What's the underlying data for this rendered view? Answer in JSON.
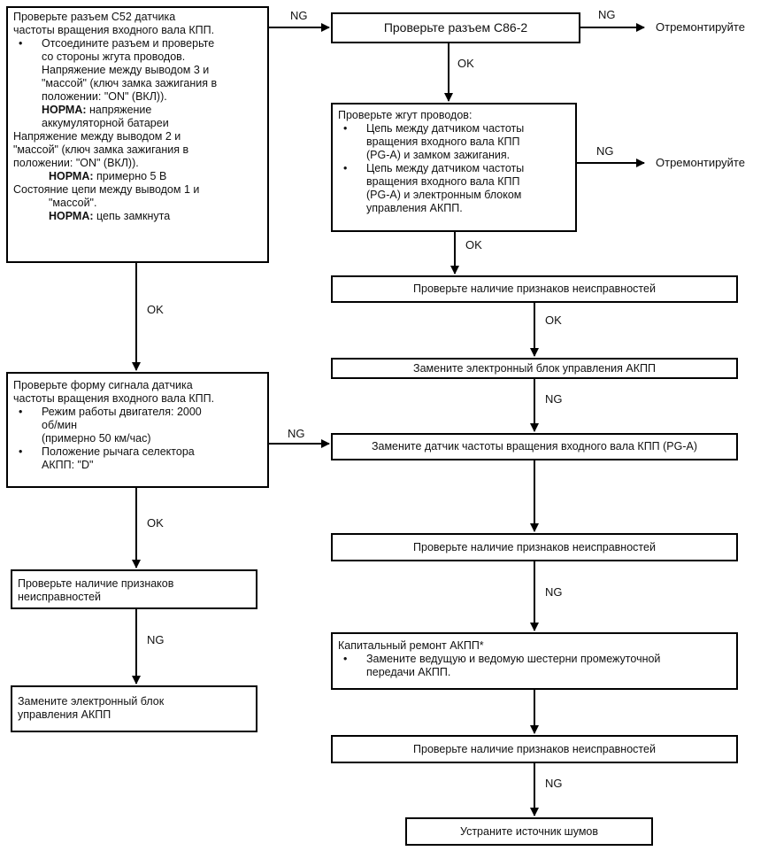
{
  "b1": {
    "lines": [
      "Проверьте разъем C52 датчика",
      "частоты вращения входного вала КПП."
    ],
    "bullet": "Отсоедините разъем и проверьте",
    "lines2": [
      "со стороны жгута проводов.",
      "Напряжение между выводом 3 и",
      "\"массой\" (ключ замка зажигания в",
      "положении: \"ON\" (ВКЛ))."
    ],
    "norm_label_1": "НОРМА:",
    "norm_1a": " напряжение",
    "norm_1b": "аккумуляторной батареи",
    "lines3": [
      "Напряжение между выводом 2 и",
      "\"массой\" (ключ замка зажигания в",
      "положении: \"ON\" (ВКЛ))."
    ],
    "norm_label_2": "НОРМА:",
    "norm_2": " примерно 5 В",
    "line4": "Состояние цепи между выводом 1 и",
    "line5": "\"массой\".",
    "norm_label_3": "НОРМА:",
    "norm_3": " цепь замкнута"
  },
  "b2": {
    "line1": "Проверьте форму сигнала датчика",
    "line2": "частоты вращения входного вала КПП.",
    "bullet1a": "Режим работы двигателя: 2000",
    "bullet1b": "об/мин",
    "bullet1c": "(примерно 50 км/час)",
    "bullet2a": "Положение рычага селектора",
    "bullet2b": "АКПП: \"D\""
  },
  "b3": {
    "line1": "Проверьте наличие признаков",
    "line2": "неисправностей"
  },
  "b4": {
    "line1": "Замените электронный блок",
    "line2": "управления АКПП"
  },
  "r1": {
    "text": "Проверьте разъем C86-2"
  },
  "r2": {
    "line1": "Проверьте жгут проводов:",
    "bullet1": [
      "Цепь между датчиком частоты",
      "вращения входного вала КПП",
      "(PG-A) и замком зажигания."
    ],
    "bullet2": [
      "Цепь между датчиком частоты",
      "вращения входного вала КПП",
      "(PG-A) и электронным блоком",
      "управления АКПП."
    ]
  },
  "r3": {
    "text": "Проверьте наличие признаков неисправностей"
  },
  "r4": {
    "text": "Замените электронный блок управления АКПП"
  },
  "r5": {
    "text": "Замените датчик частоты вращения входного вала КПП (PG-A)"
  },
  "r6": {
    "text": "Проверьте наличие признаков неисправностей"
  },
  "r7": {
    "line1": "Капитальный ремонт АКПП*",
    "bullet_a": "Замените ведущую и ведомую шестерни промежуточной",
    "bullet_b": "передачи АКПП."
  },
  "r8": {
    "text": "Проверьте наличие признаков неисправностей"
  },
  "r9": {
    "text": "Устраните источник шумов"
  },
  "side": {
    "repair_1": "Отремонтируйте",
    "repair_2": "Отремонтируйте"
  },
  "labels": {
    "ng_b1_r1": "NG",
    "ng_r1_out": "NG",
    "ok_r1_r2": "OK",
    "ng_r2_out": "NG",
    "ok_r2_r3": "OK",
    "ok_r3_r4": "OK",
    "ng_r4_r5": "NG",
    "ok_b1_b2": "OK",
    "ng_b2_r5": "NG",
    "ok_b2_b3": "OK",
    "ng_b3_b4": "NG",
    "ng_r6_r7": "NG",
    "ng_r8_r9": "NG"
  }
}
